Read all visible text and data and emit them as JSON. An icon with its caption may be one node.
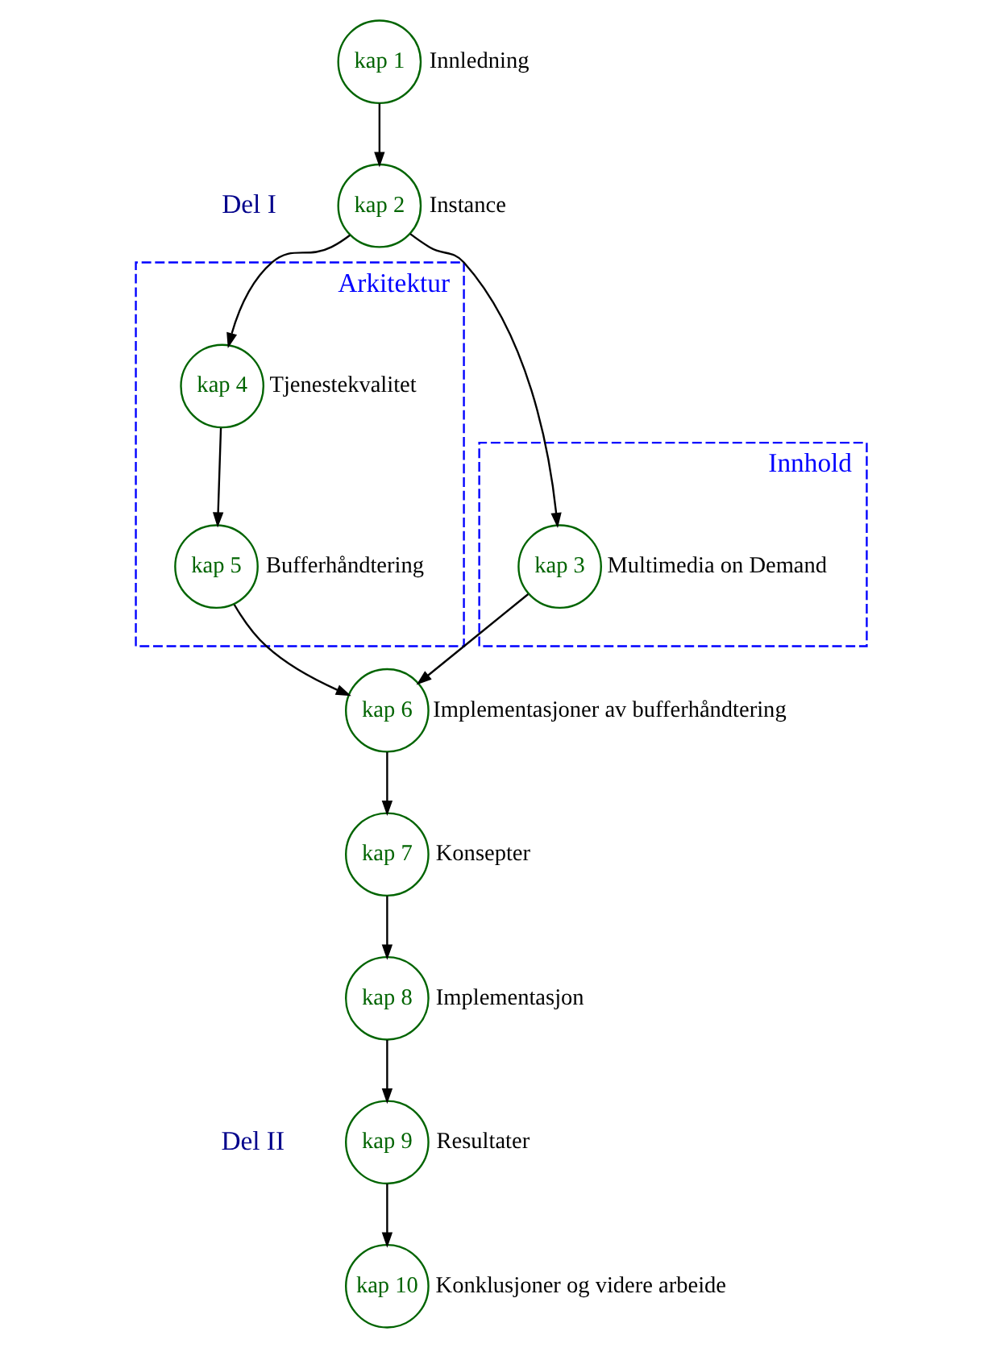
{
  "diagram": {
    "nodes": [
      {
        "text": [
          "Arkitektur"
        ]
      },
      {
        "text": [
          "Innhold"
        ]
      },
      {
        "text": [
          "kap 1"
        ],
        "beside": [
          "Innledning"
        ]
      },
      {
        "text": [
          "kap 2"
        ],
        "beside": [
          "Instance"
        ]
      },
      {
        "text": [
          "kap 4"
        ],
        "in": 0,
        "beside": [
          "Tjenestekvalitet"
        ]
      },
      {
        "text": [
          "kap 5"
        ],
        "in": 0,
        "beside": [
          "Bufferhåndtering"
        ]
      },
      {
        "text": [
          "kap 3"
        ],
        "in": 1,
        "beside": [
          "Multimedia on Demand"
        ]
      },
      {
        "text": [
          "kap 6"
        ],
        "beside": [
          "Implementasjoner av bufferhåndtering"
        ]
      },
      {
        "text": [
          "kap 7"
        ],
        "beside": [
          "Konsepter"
        ]
      },
      {
        "text": [
          "kap 8"
        ],
        "beside": [
          "Implementasjon"
        ]
      },
      {
        "text": [
          "kap 9"
        ],
        "beside": [
          "Resultater"
        ]
      },
      {
        "text": [
          "kap 10"
        ],
        "beside": [
          "Konklusjoner og videre arbeide"
        ]
      }
    ],
    "edges": [
      {
        "from": 2,
        "to": 3,
        "arrow": "to"
      },
      {
        "from": 3,
        "to": 4,
        "arrow": "to"
      },
      {
        "from": 3,
        "to": 6,
        "arrow": "to"
      },
      {
        "from": 4,
        "to": 5,
        "arrow": "to"
      },
      {
        "from": 5,
        "to": 7,
        "arrow": "to"
      },
      {
        "from": 6,
        "to": 7,
        "arrow": "to"
      },
      {
        "from": 7,
        "to": 8,
        "arrow": "to"
      },
      {
        "from": 8,
        "to": 9,
        "arrow": "to"
      },
      {
        "from": 9,
        "to": 10,
        "arrow": "to"
      },
      {
        "from": 10,
        "to": 11,
        "arrow": "to"
      }
    ],
    "labels": [
      "Del I",
      "Del II"
    ]
  }
}
